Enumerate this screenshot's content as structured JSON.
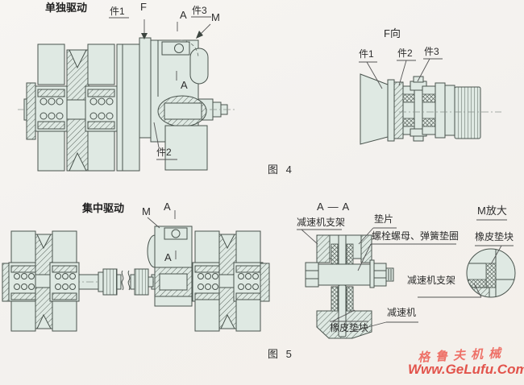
{
  "page": {
    "background": "#f4f2ef",
    "part_fill": "#dfe9e3",
    "line_color": "#4a544e"
  },
  "figure4": {
    "caption": "图 4",
    "individual_drive": {
      "title": "单独驱动",
      "labels": {
        "part1": "件1",
        "arrow_f": "F",
        "section_a": "A",
        "part3": "件3",
        "detail_m": "M",
        "inner_a": "A",
        "part2": "件2"
      }
    },
    "f_view": {
      "title": "F向",
      "labels": {
        "part1": "件1",
        "part2": "件2",
        "part3": "件3"
      }
    }
  },
  "figure5": {
    "caption": "图 5",
    "central_drive": {
      "title": "集中驱动",
      "labels": {
        "detail_m": "M",
        "section_a": "A",
        "inner_a": "A"
      }
    },
    "section_aa": {
      "title": "A — A",
      "labels": {
        "bracket_top": "减速机支架",
        "shim": "垫片",
        "bolt_nut_washer": "螺栓螺母、弹簧垫圈",
        "bracket_right": "减速机支架",
        "reducer": "减速机",
        "rubber_pad": "橡皮垫块"
      }
    },
    "m_enlarged": {
      "title": "M放大",
      "labels": {
        "rubber_pad": "橡皮垫块"
      }
    }
  },
  "watermark": {
    "brand": "格鲁夫机械",
    "url": "Www.GeLufu.Com",
    "color": "#e8564e"
  }
}
